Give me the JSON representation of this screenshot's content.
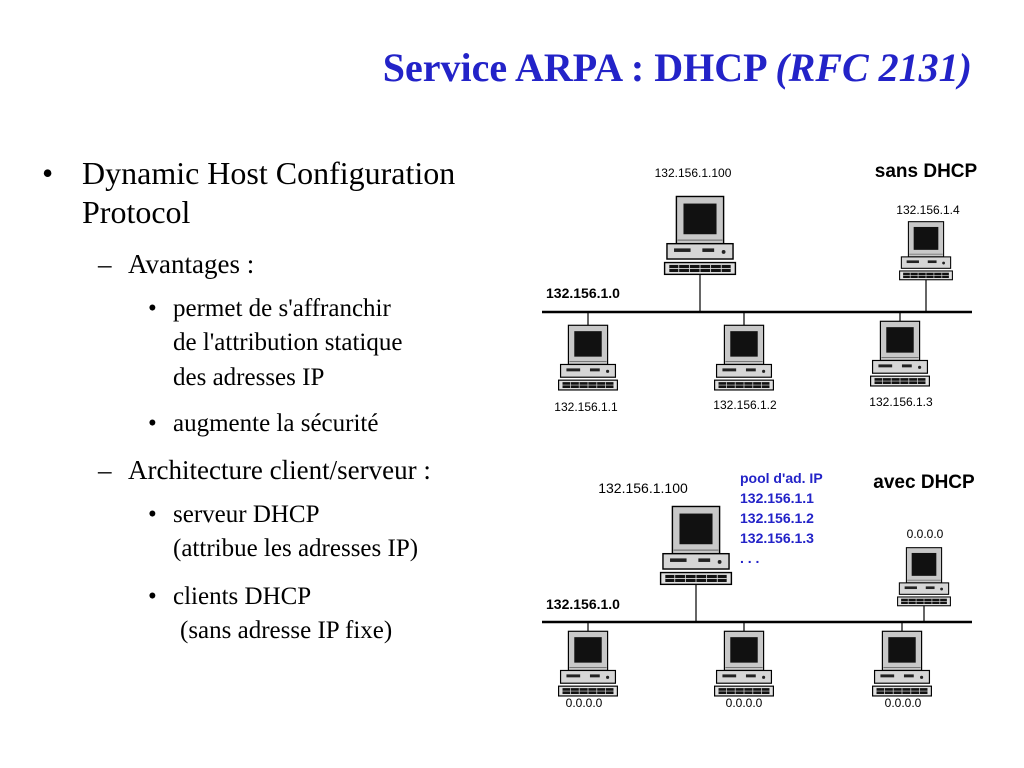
{
  "title": {
    "main": "Service ARPA : DHCP ",
    "rfc": "(RFC 2131)"
  },
  "bullets": {
    "main_line1": "Dynamic Host Configuration",
    "main_line2": "Protocol",
    "avantages": "Avantages :",
    "av1_line1": "permet de s'affranchir",
    "av1_line2": "de l'attribution statique",
    "av1_line3": "des adresses IP",
    "av2": "augmente la sécurité",
    "archi": "Architecture client/serveur :",
    "serv_line1": "serveur DHCP",
    "serv_line2": "(attribue les adresses IP)",
    "cli_line1": "clients DHCP",
    "cli_line2": "(sans adresse IP fixe)"
  },
  "diagram_top": {
    "heading": "sans DHCP",
    "network": "132.156.1.0",
    "server_ip": "132.156.1.100",
    "host_ip_right": "132.156.1.4",
    "client1": "132.156.1.1",
    "client2": "132.156.1.2",
    "client3": "132.156.1.3"
  },
  "diagram_bottom": {
    "heading": "avec DHCP",
    "network": "132.156.1.0",
    "server_ip": "132.156.1.100",
    "pool_title": "pool d'ad. IP",
    "pool_1": "132.156.1.1",
    "pool_2": "132.156.1.2",
    "pool_3": "132.156.1.3",
    "pool_more": ". . .",
    "host_ip_right": "0.0.0.0",
    "client1": "0.0.0.0",
    "client2": "0.0.0.0",
    "client3": "0.0.0.0"
  },
  "colors": {
    "title": "#2323c8",
    "pool": "#2323c8",
    "text": "#000000"
  }
}
